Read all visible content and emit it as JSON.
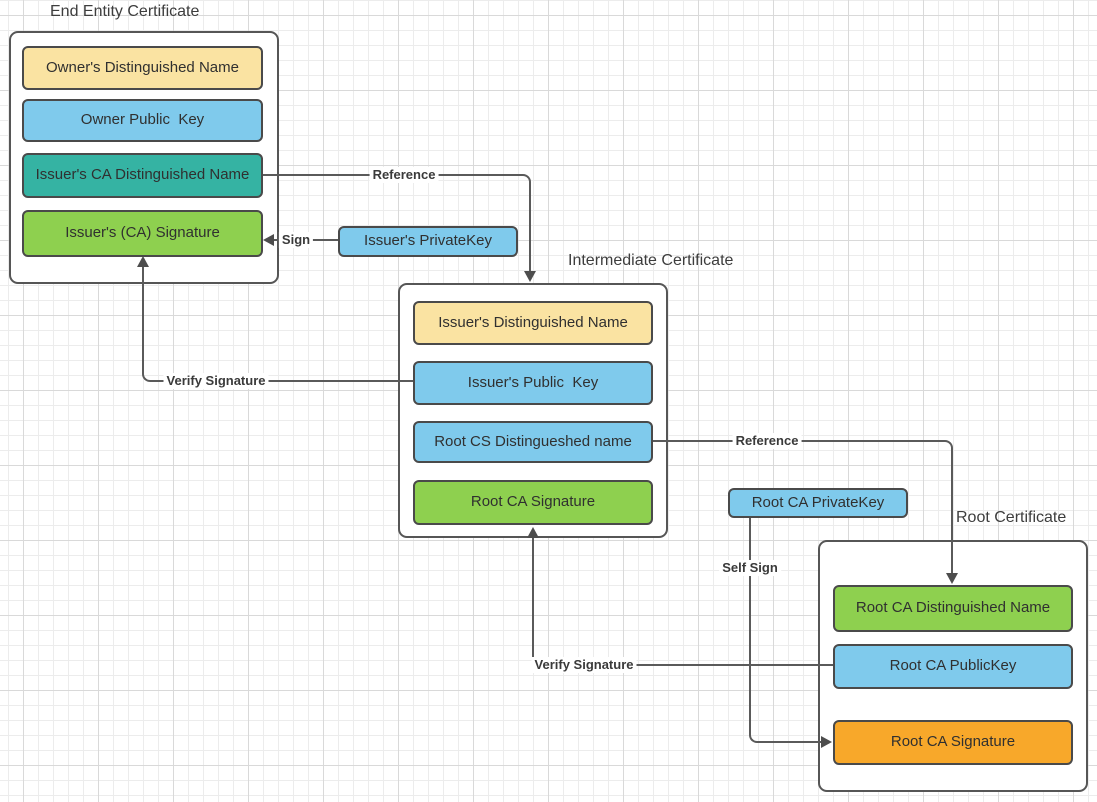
{
  "diagram": {
    "containers": [
      {
        "title": "End Entity Certificate",
        "boxes": [
          {
            "label": "Owner's Distinguished Name",
            "color": "yellow"
          },
          {
            "label": "Owner Public  Key",
            "color": "blue"
          },
          {
            "label": "Issuer's CA Distinguished Name",
            "color": "teal"
          },
          {
            "label": "Issuer's (CA) Signature",
            "color": "green"
          }
        ]
      },
      {
        "title": "Intermediate Certificate",
        "boxes": [
          {
            "label": "Issuer's Distinguished Name",
            "color": "yellow"
          },
          {
            "label": "Issuer's Public  Key",
            "color": "blue"
          },
          {
            "label": "Root CS Distingueshed name",
            "color": "blue"
          },
          {
            "label": "Root CA Signature",
            "color": "green"
          }
        ]
      },
      {
        "title": "Root Certificate",
        "boxes": [
          {
            "label": "Root CA Distinguished Name",
            "color": "green"
          },
          {
            "label": "Root CA PublicKey",
            "color": "blue"
          },
          {
            "label": "Root CA Signature",
            "color": "orange"
          }
        ]
      }
    ],
    "standalone_boxes": [
      {
        "label": "Issuer's PrivateKey",
        "color": "blue"
      },
      {
        "label": "Root CA PrivateKey",
        "color": "blue"
      }
    ],
    "connectors": [
      {
        "label": "Reference"
      },
      {
        "label": "Sign"
      },
      {
        "label": "Verify Signature"
      },
      {
        "label": "Reference"
      },
      {
        "label": "Self Sign"
      },
      {
        "label": "Verify Signature"
      }
    ],
    "colors": {
      "yellow": "#fae3a2",
      "blue": "#7fcaec",
      "teal": "#35b3a3",
      "green": "#8ed04f",
      "orange": "#f8a82a",
      "border": "#4a4a4a",
      "containerborder": "#565656",
      "line": "#5a5a5a",
      "arrow": "#4d4d4d",
      "text": "#3d3d3d",
      "label": "#3a3a3a",
      "gridminor": "#ececec",
      "gridmajor": "#d9d9d9"
    }
  }
}
